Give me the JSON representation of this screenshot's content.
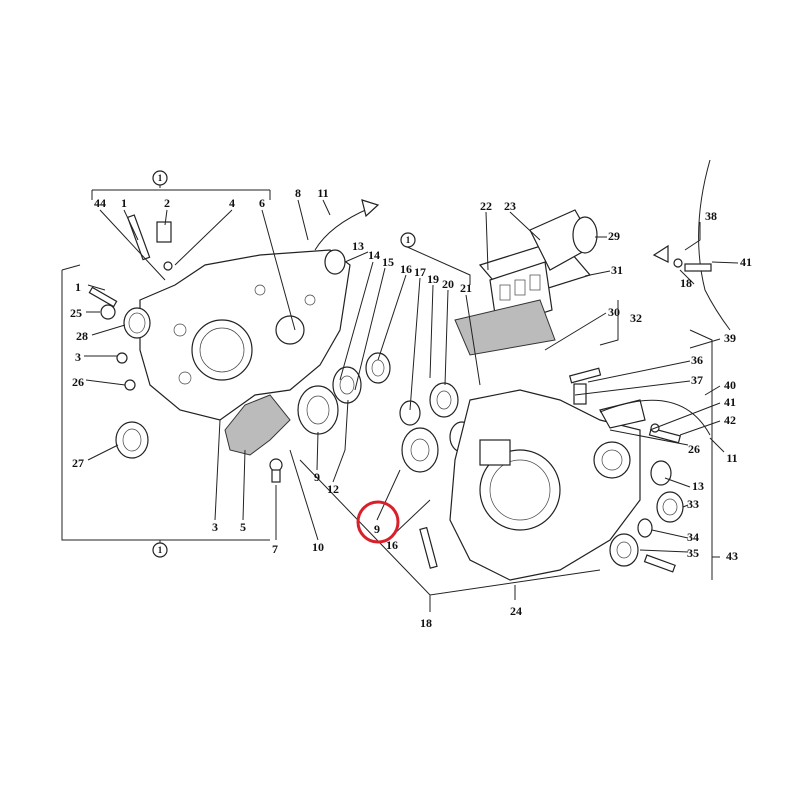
{
  "diagram": {
    "title": "Crankcase exploded parts diagram",
    "highlight_color": "#d9202a",
    "highlighted_part": "9",
    "labels": [
      "1",
      "44",
      "1",
      "2",
      "4",
      "6",
      "8",
      "11",
      "13",
      "14",
      "15",
      "16",
      "17",
      "19",
      "20",
      "21",
      "22",
      "23",
      "29",
      "31",
      "30",
      "32",
      "38",
      "41",
      "18",
      "1",
      "25",
      "28",
      "3",
      "26",
      "27",
      "9",
      "12",
      "3",
      "5",
      "7",
      "10",
      "9",
      "16",
      "18",
      "24",
      "39",
      "36",
      "37",
      "40",
      "41",
      "42",
      "26",
      "11",
      "13",
      "33",
      "34",
      "35",
      "43",
      "1",
      "1"
    ]
  }
}
